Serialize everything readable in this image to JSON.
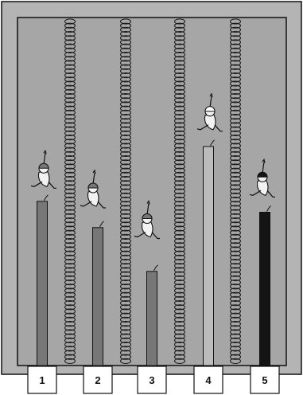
{
  "colors": {
    "page": "#ffffff",
    "outer_frame": "#b4b4b4",
    "pool_water": "#a6a6a6",
    "lane_rope": "#1a1a1a",
    "outline": "#111111",
    "swimmer_skin": "#f2f2f2",
    "label_box": "#ffffff"
  },
  "chart_data": {
    "type": "bar",
    "categories": [
      "1",
      "2",
      "3",
      "4",
      "5"
    ],
    "ylim": [
      0,
      100
    ],
    "values": [
      75,
      63,
      43,
      100,
      70
    ],
    "bar_colors": [
      "#777777",
      "#777777",
      "#777777",
      "#bcbcbc",
      "#141414"
    ],
    "swimmers": [
      {
        "lane": "1",
        "progress": 89,
        "cap_color": "#777777"
      },
      {
        "lane": "2",
        "progress": 80,
        "cap_color": "#777777"
      },
      {
        "lane": "3",
        "progress": 66,
        "cap_color": "#777777"
      },
      {
        "lane": "4",
        "progress": 115,
        "cap_color": "#ffffff"
      },
      {
        "lane": "5",
        "progress": 85,
        "cap_color": "#141414"
      }
    ],
    "grid": false,
    "legend": "none",
    "icons": [
      "swimmer-icon",
      "lane-rope-icon"
    ]
  }
}
